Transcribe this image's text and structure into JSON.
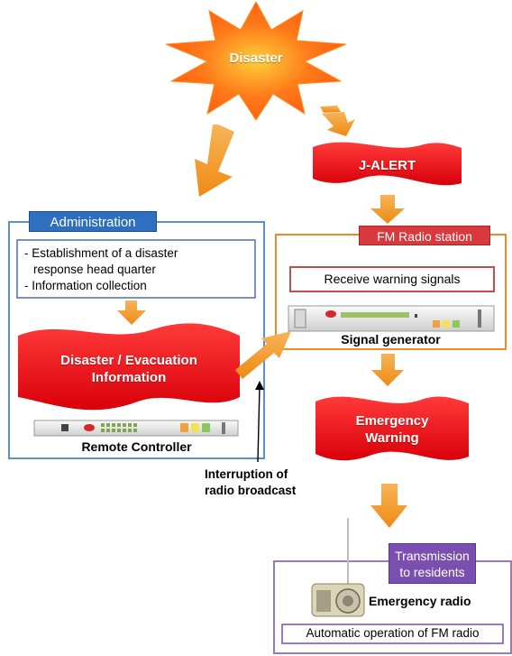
{
  "disaster": {
    "label": "Disaster"
  },
  "jalert": {
    "label": "J-ALERT"
  },
  "administration": {
    "title": "Administration",
    "tasks": [
      "- Establishment of a disaster",
      "response head quarter",
      "- Information collection"
    ],
    "info_banner": [
      "Disaster / Evacuation",
      "Information"
    ],
    "device_label": "Remote Controller"
  },
  "fm_station": {
    "title": "FM Radio station",
    "receive_label": "Receive warning signals",
    "device_label": "Signal generator"
  },
  "emergency_warning": [
    "Emergency",
    "Warning"
  ],
  "interruption": [
    "Interruption of",
    "radio broadcast"
  ],
  "residents": {
    "title": [
      "Transmission",
      "to residents"
    ],
    "radio_label": "Emergency radio",
    "automatic_label": "Automatic operation of FM radio"
  },
  "colors": {
    "red": "#e8141b",
    "orange": "#f39a1e",
    "admin_border": "#5b8fd0",
    "admin_title": "#2f6fbf",
    "fm_border": "#f08a24",
    "fm_title": "#d9393c",
    "resident_border": "#9b78c4",
    "resident_title": "#7a4fb0"
  }
}
